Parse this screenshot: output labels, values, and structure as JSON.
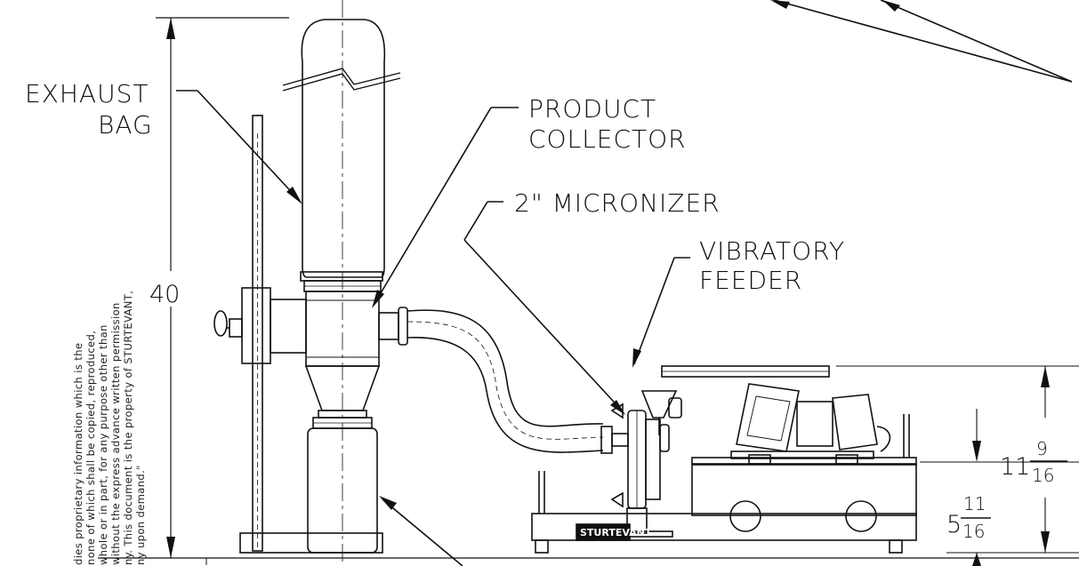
{
  "labels": {
    "exhaust_line1": "EXHAUST",
    "exhaust_line2": "BAG",
    "product_line1": "PRODUCT",
    "product_line2": "COLLECTOR",
    "micronizer": "2\" MICRONIZER",
    "feeder_line1": "VIBRATORY",
    "feeder_line2": "FEEDER"
  },
  "dimensions": {
    "height_total": "40",
    "feeder_height_whole": "11",
    "feeder_height_num": "9",
    "feeder_height_den": "16",
    "base_height_whole": "5",
    "base_height_num": "11",
    "base_height_den": "16"
  },
  "brand": "STURTEVANT.",
  "proprietary_notice": [
    "dies proprietary information which is the",
    "none of which shall be copied, reproduced,",
    "whole or in part, for any purpose other than",
    "without the express advance written permission",
    "ny. This document is the property of STURTEVANT,",
    "ny upon demand.\""
  ]
}
